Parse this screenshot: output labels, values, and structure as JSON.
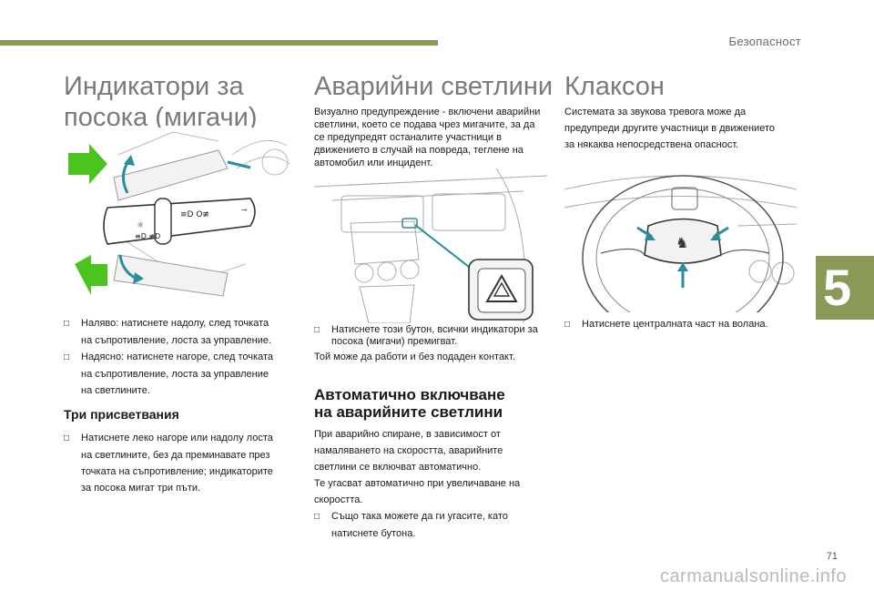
{
  "header": {
    "section": "Безопасност",
    "chapter_number": "5",
    "page_number": "71",
    "watermark": "carmanualsonline.info"
  },
  "col1": {
    "title_line1": "Индикатори за",
    "title_line2": "посока (мигачи)",
    "bullets": [
      "Наляво: натиснете надолу, след точката на съпротивление, лоста за управление.",
      "Надясно: натиснете нагоре, след точката на съпротивление, лоста за управление на светлините."
    ],
    "subheading": "Три присветвания",
    "sub_bullets": [
      "Натиснете леко нагоре или надолу лоста на светлините, без да преминавате през точката на съпротивление; индикаторите за посока мигат три пъти."
    ]
  },
  "col2": {
    "title": "Аварийни светлини",
    "intro": "Визуално предупреждение - включени аварийни светлини, което се подава чрез мигачите, за да се предупредят останалите участници в движението в случай на повреда, теглене на автомобил или инцидент.",
    "bullet1": "Натиснете този бутон, всички индикатори за посока (мигачи) премигват.",
    "note": "Той може да работи и без подаден контакт.",
    "subheading_line1": "Автоматично включване",
    "subheading_line2": "на аварийните светлини",
    "para1": "При аварийно спиране, в зависимост от намаляването на скоростта, аварийните светлини се включват автоматично.",
    "para2": "Те угасват автоматично при увеличаване на скоростта.",
    "bullet2": "Също така можете да ги угасите, като натиснете бутона."
  },
  "col3": {
    "title": "Клаксон",
    "intro": "Системата за звукова тревога може да предупреди другите участници в движението за някаква непосредствена опасност.",
    "bullet1": "Натиснете централната част на волана."
  },
  "colors": {
    "accent": "#8a9a56",
    "arrow_green": "#4cc41f",
    "arrow_teal": "#2a8d9c"
  }
}
